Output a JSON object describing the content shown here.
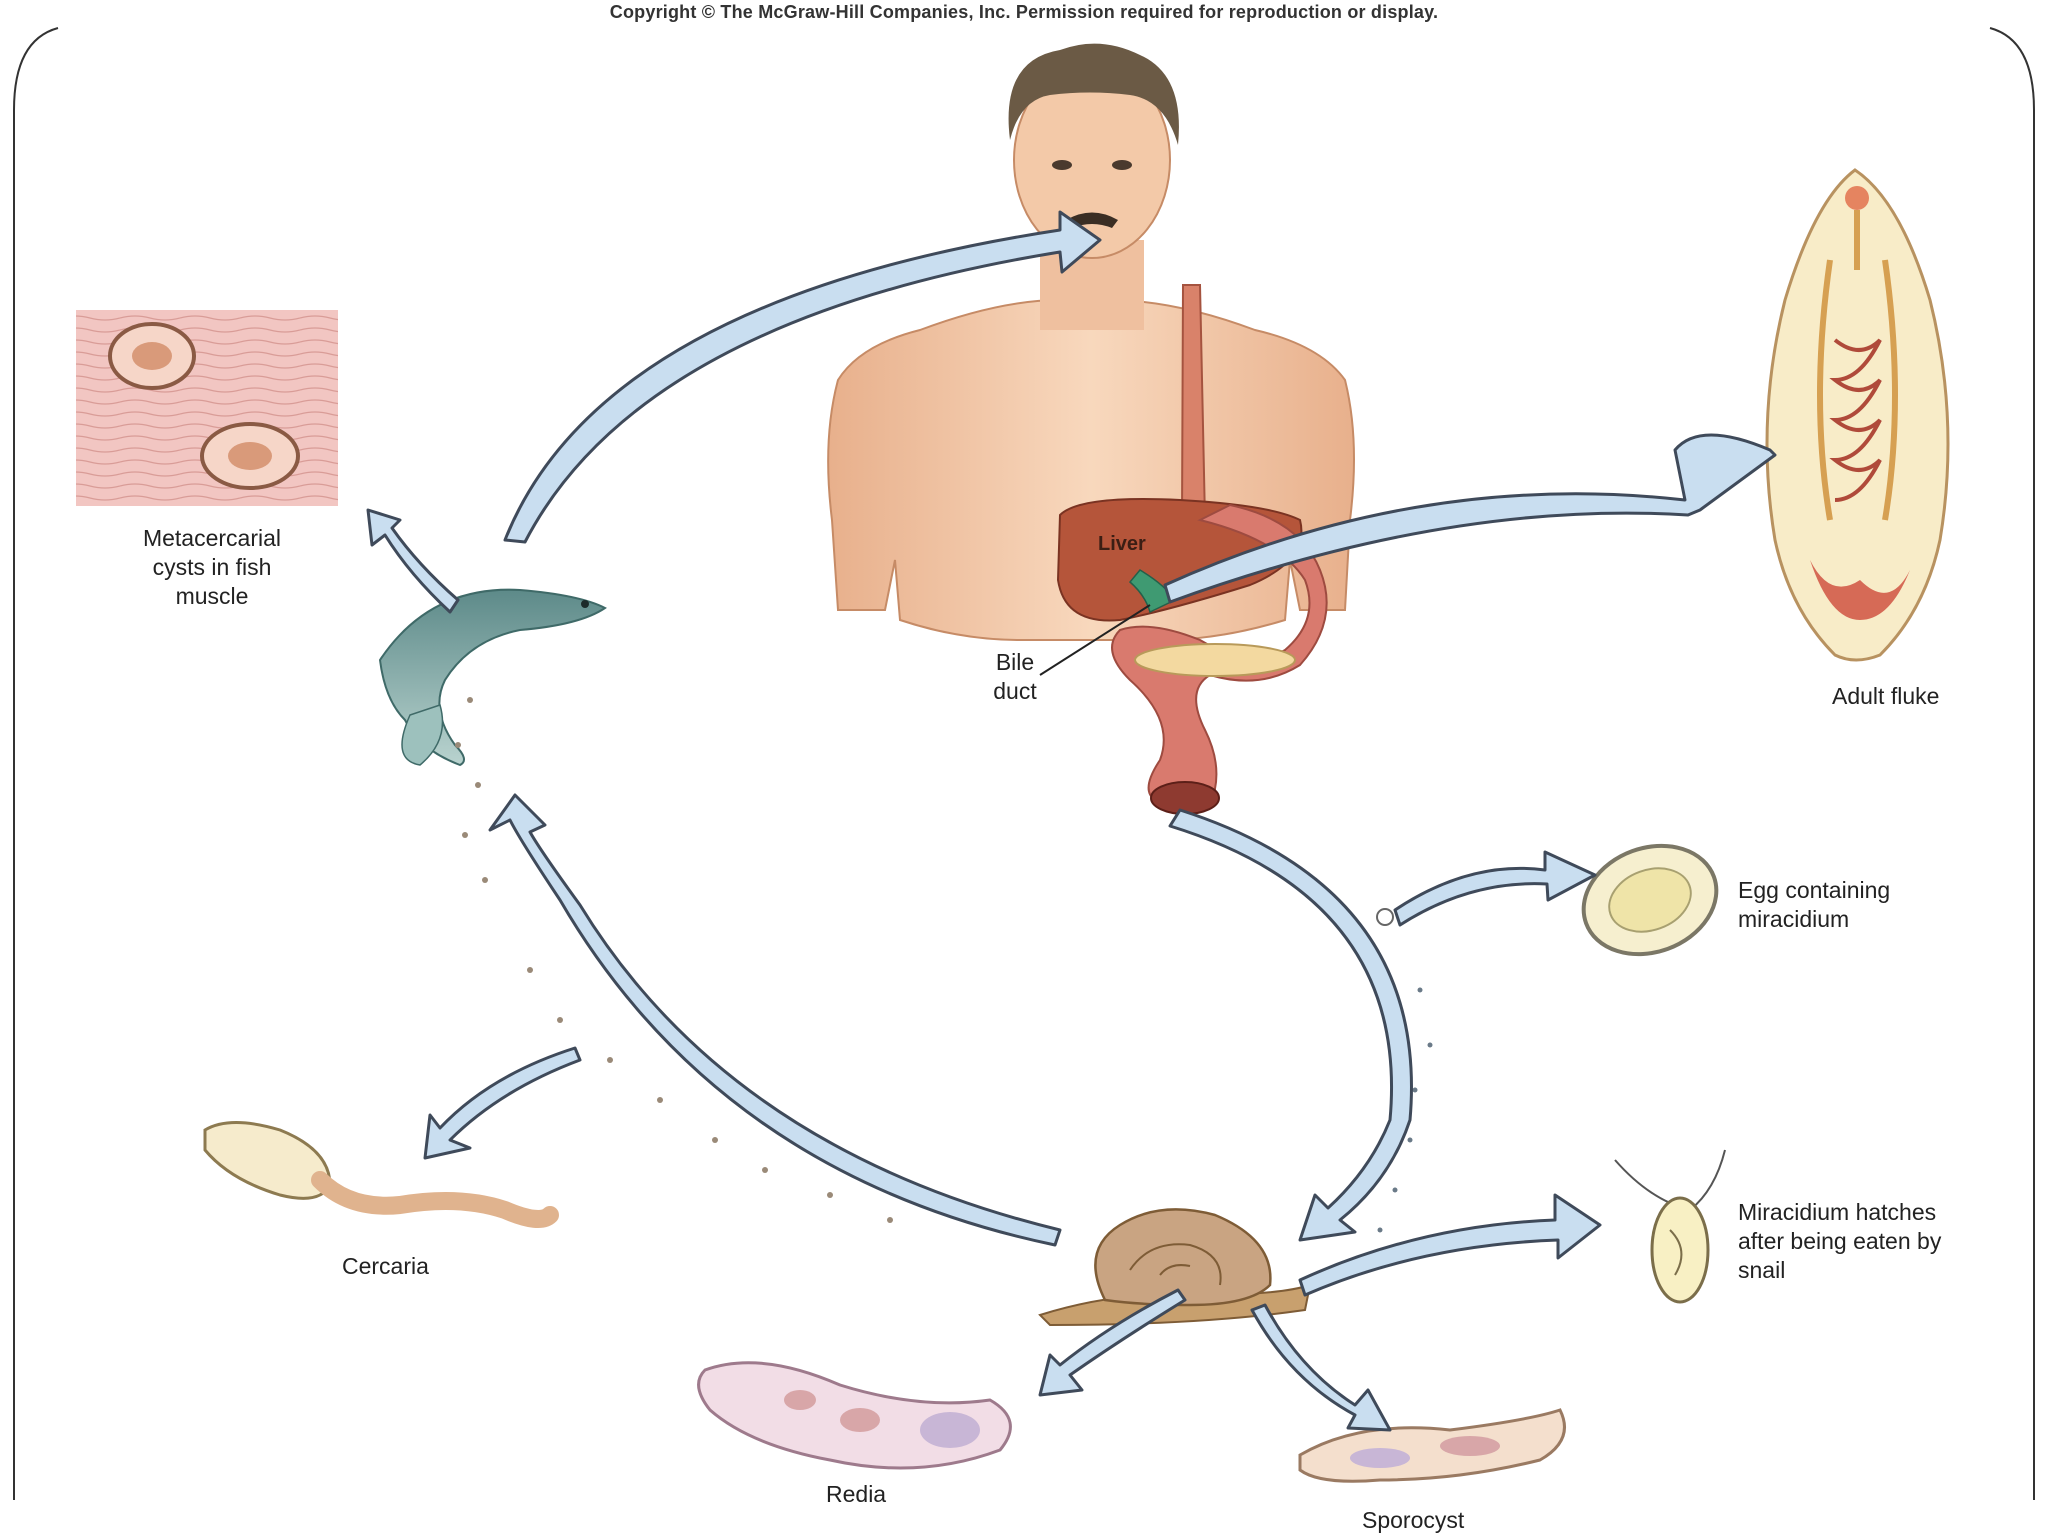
{
  "copyright": "Copyright © The McGraw-Hill Companies, Inc. Permission required for reproduction or display.",
  "labels": {
    "metacercarial": "Metacercarial\ncysts in fish\nmuscle",
    "liver": "Liver",
    "bile_duct": "Bile\nduct",
    "adult_fluke": "Adult fluke",
    "egg": "Egg containing\nmiracidium",
    "miracidium": "Miracidium hatches\nafter being eaten by\nsnail",
    "cercaria": "Cercaria",
    "redia": "Redia",
    "sporocyst": "Sporocyst"
  },
  "colors": {
    "arrow_fill": "#c9def0",
    "arrow_stroke": "#3f4a5a",
    "skin": "#f3c9a8",
    "liver": "#b5553a",
    "muscle": "#f0c4c0",
    "fish": "#7fa8a6",
    "snail": "#c9a482"
  }
}
